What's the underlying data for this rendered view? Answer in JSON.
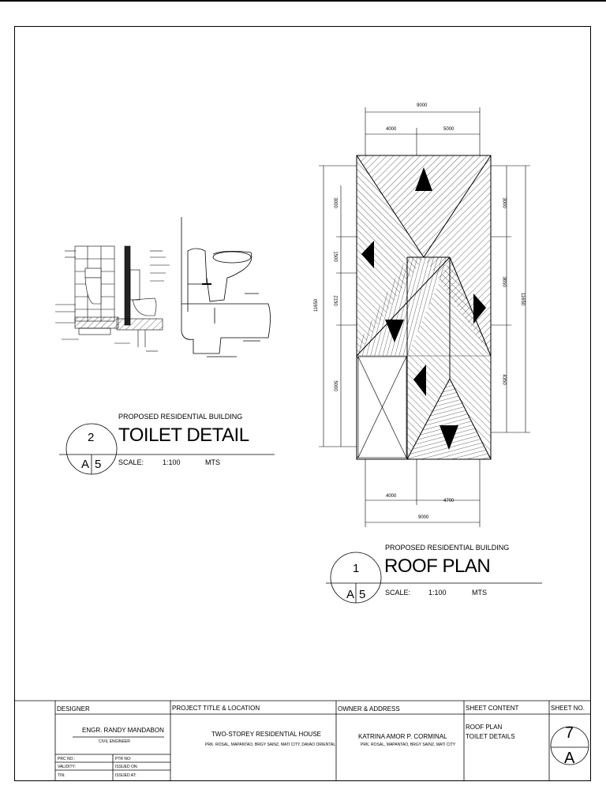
{
  "toilet_detail": {
    "subtitle": "PROPOSED RESIDENTIAL BUILDING",
    "title": "TOILET DETAIL",
    "scale_label": "SCALE:",
    "scale_value": "1:100",
    "units": "MTS",
    "detail_no": "2",
    "sheet_ref_left": "A",
    "sheet_ref_right": "5"
  },
  "roof_plan": {
    "subtitle": "PROPOSED RESIDENTIAL BUILDING",
    "title": "ROOF PLAN",
    "scale_label": "SCALE:",
    "scale_value": "1:100",
    "units": "MTS",
    "detail_no": "1",
    "sheet_ref_left": "A",
    "sheet_ref_right": "5",
    "dimensions": {
      "top_total": "9000",
      "top_left": "4000",
      "top_right": "5000",
      "bottom_left": "4000",
      "bottom_right": "4700",
      "bottom_total": "9000",
      "left_total": "11650",
      "left_1": "3000",
      "left_2": "1500",
      "left_3": "2150",
      "left_4": "5000",
      "right_1": "3000",
      "right_2": "3650",
      "right_3": "4350",
      "right_total": "11650"
    }
  },
  "title_block": {
    "designer_header": "DESIGNER",
    "designer_name": "ENGR. RANDY MANDABON",
    "designer_role": "CIVIL ENGINEER",
    "prc_no": "PRC NO.:",
    "validity": "VALIDITY:",
    "tin": "TIN:",
    "ptr_no": "PTR NO:",
    "issued_on": "ISSUED ON:",
    "issued_at": "ISSUED AT:",
    "project_header": "PROJECT TITLE & LOCATION",
    "project_title": "TWO-STOREY RESIDENTIAL HOUSE",
    "project_location": "PRK. ROSAL, MAPANTAO, BRGY SAINZ, MATI CITY, DAVAO ORIENTAL",
    "owner_header": "OWNER & ADDRESS",
    "owner_name": "KATRINA AMOR P. CORMINAL",
    "owner_address": "PRK. ROSAL, MAPANTAO, BRGY SAINZ, MATI CITY",
    "content_header": "SHEET CONTENT",
    "content_line1": "ROOF PLAN",
    "content_line2": "TOILET DETAILS",
    "sheet_header": "SHEET NO.",
    "sheet_num": "7",
    "sheet_letter": "A"
  }
}
